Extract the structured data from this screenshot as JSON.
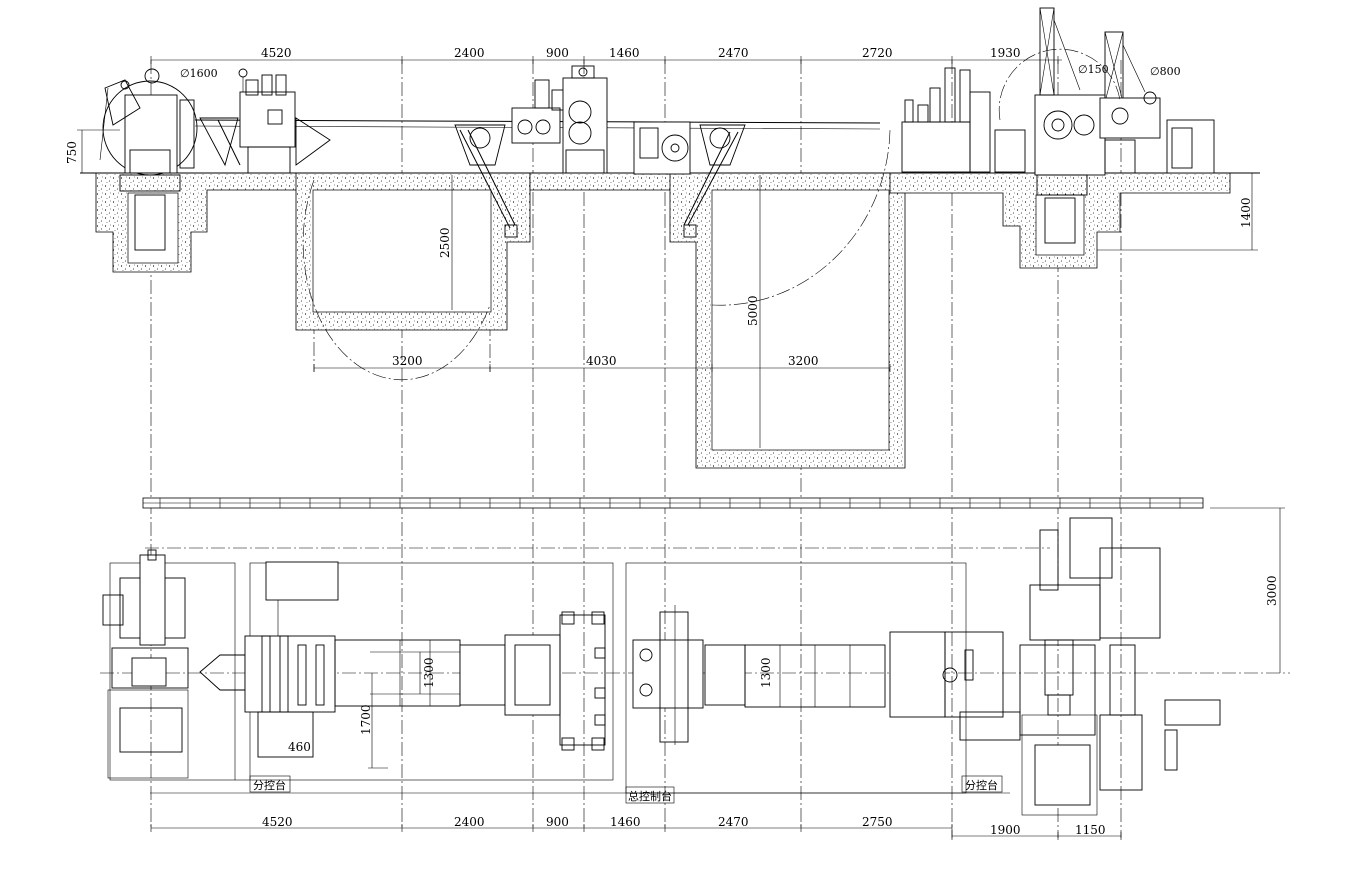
{
  "dimensions": {
    "top_row": [
      "4520",
      "2400",
      "900",
      "1460",
      "2470",
      "2720",
      "1930"
    ],
    "bottom_row": [
      "4520",
      "2400",
      "900",
      "1460",
      "2470",
      "2750"
    ],
    "bottom_right": [
      "1900",
      "1150"
    ],
    "pit_widths": [
      "3200",
      "4030",
      "3200"
    ],
    "left_height": "750",
    "pit1_depth": "2500",
    "pit2_depth": "5000",
    "right_depth": "1400",
    "plan_offset": "3000",
    "strip_width_1": "1300",
    "strip_width_2": "1300",
    "small_dim_460": "460",
    "small_dim_1700": "1700"
  },
  "diameters": {
    "uncoiler": "∅1600",
    "recoiler": "∅150",
    "recoiler_drum": "∅800"
  },
  "labels": {
    "console_left": "分控台",
    "console_main": "总控制台",
    "console_right": "分控台"
  },
  "colors": {
    "line": "#000000",
    "background": "#ffffff"
  }
}
